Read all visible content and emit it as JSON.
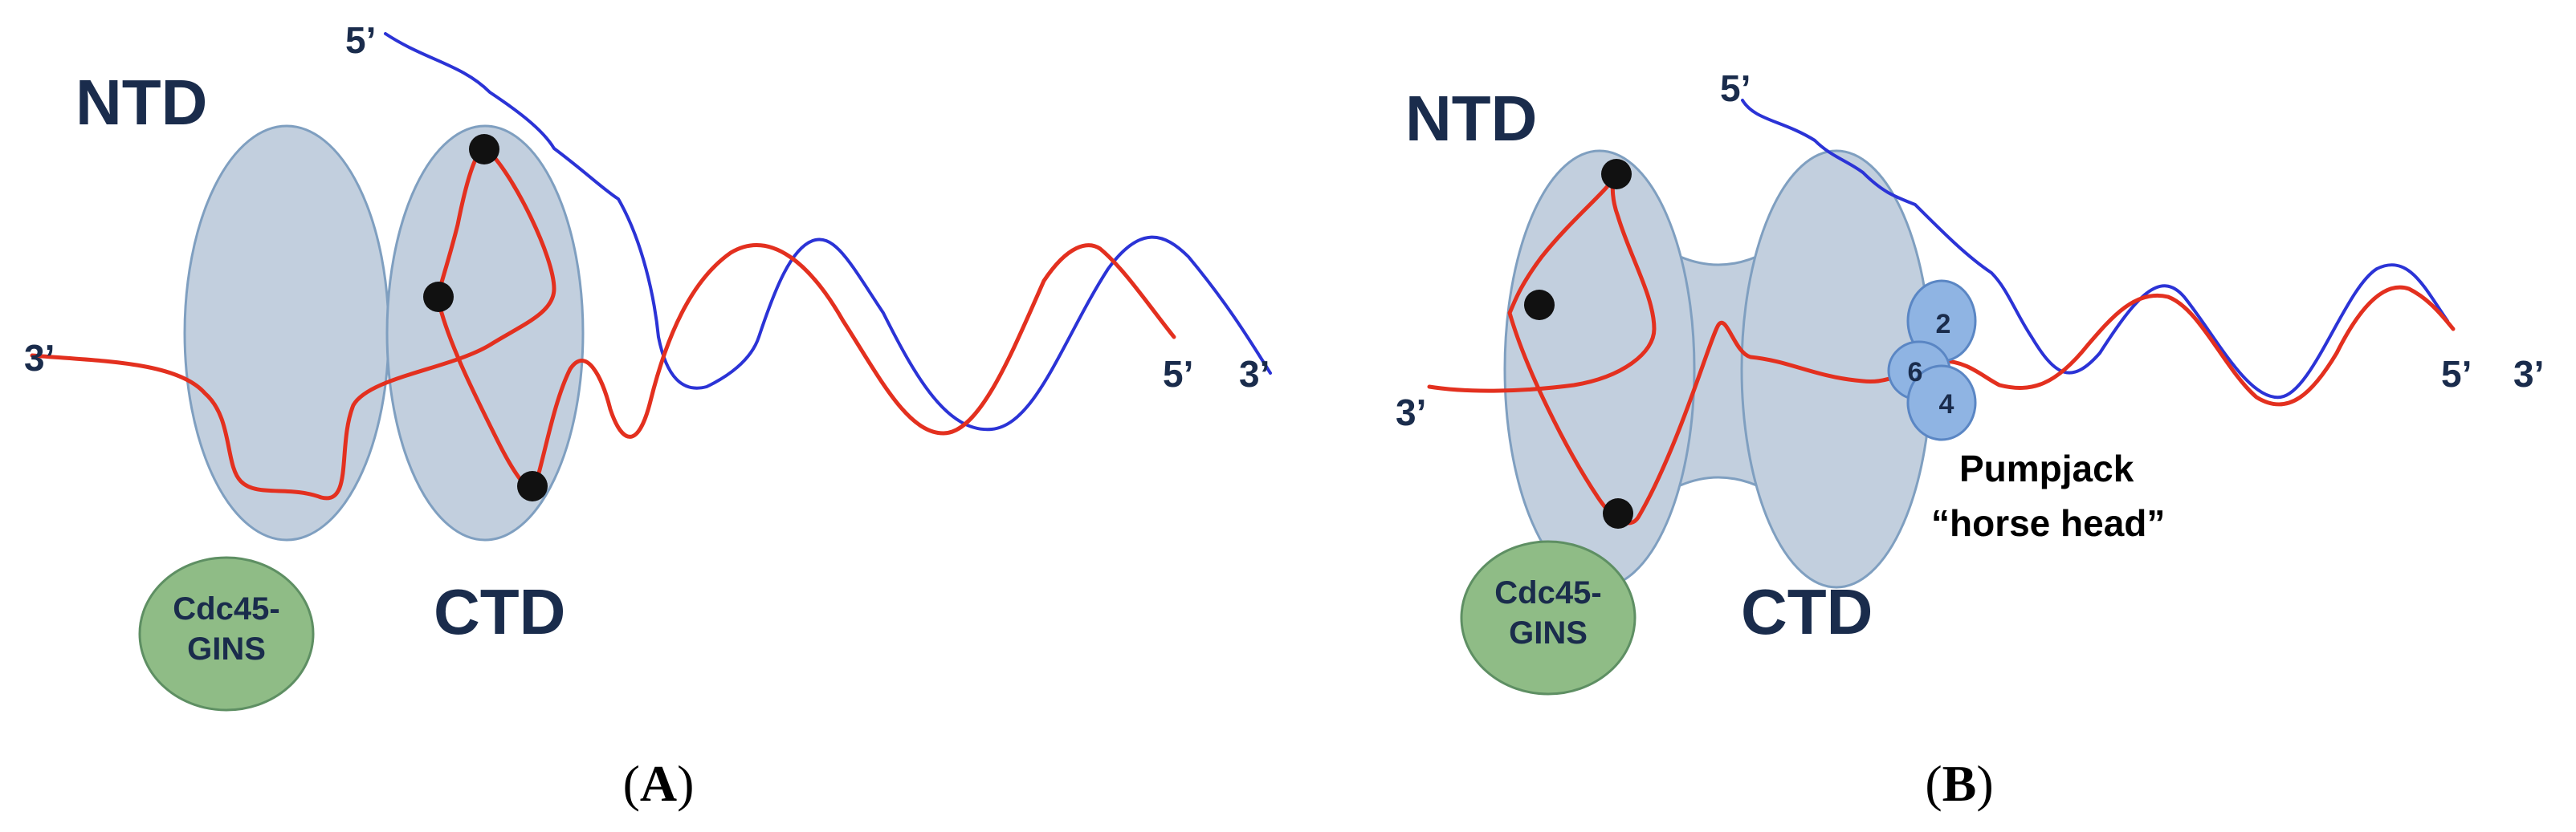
{
  "colors": {
    "lobe_fill": "#c2cfde",
    "lobe_stroke": "#7f9fc0",
    "red_strand": "#e3301f",
    "blue_strand": "#2b33d6",
    "label_text": "#1a2c4c",
    "green_fill": "#8fbc86",
    "green_stroke": "#5e8f63",
    "small_lobe_fill": "#8fb4e3",
    "small_lobe_stroke": "#5a86c4",
    "dot": "#111111"
  },
  "panel_a": {
    "ntd_label": "NTD",
    "ctd_label": "CTD",
    "cdc45_line1": "Cdc45-",
    "cdc45_line2": "GINS",
    "label_3prime_left": "3’",
    "label_5prime_top": "5’",
    "label_5prime_right": "5’",
    "label_3prime_right": "3’",
    "caption_open": "(",
    "caption_letter": "A",
    "caption_close": ")"
  },
  "panel_b": {
    "ntd_label": "NTD",
    "ctd_label": "CTD",
    "cdc45_line1": "Cdc45-",
    "cdc45_line2": "GINS",
    "label_3prime_left": "3’",
    "label_5prime_top": "5’",
    "label_5prime_right": "5’",
    "label_3prime_right": "3’",
    "subunit_top": "2",
    "subunit_mid": "6",
    "subunit_bottom": "4",
    "pumpjack_line1": "Pumpjack",
    "pumpjack_line2": "“horse head”",
    "caption_open": "(",
    "caption_letter": "B",
    "caption_close": ")"
  }
}
